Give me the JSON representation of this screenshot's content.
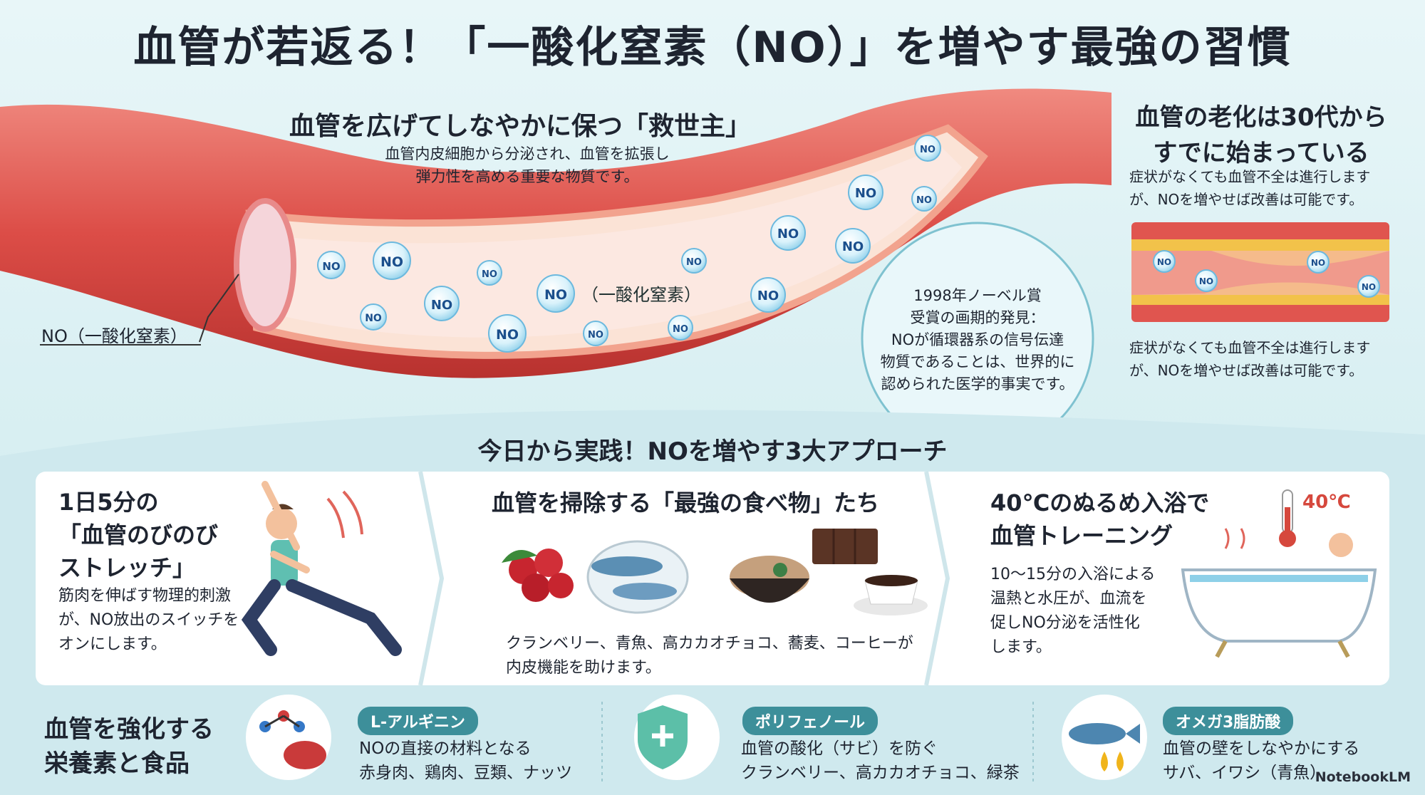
{
  "title": "血管が若返る！「一酸化窒素（NO）」を増やす最強の習慣",
  "vessel": {
    "heading": "血管を広げてしなやかに保つ「救世主」",
    "desc_1": "血管内皮細胞から分泌され、血管を拡張し",
    "desc_2": "弾力性を高める重要な物質です。",
    "no_label": "NO（一酸化窒素）",
    "center_label": "（一酸化窒素）",
    "molecule": "NO"
  },
  "nobel": {
    "line1": "1998年ノーベル賞",
    "line2": "受賞の画期的発見：",
    "line3": "NOが循環器系の信号伝達",
    "line4": "物質であることは、世界的に",
    "line5": "認められた医学的事実です。"
  },
  "aging": {
    "heading_1": "血管の老化は30代から",
    "heading_2": "すでに始まっている",
    "text_1a": "症状がなくても血管不全は進行します",
    "text_1b": "が、NOを増やせば改善は可能です。",
    "text_2a": "症状がなくても血管不全は進行します",
    "text_2b": "が、NOを増やせば改善は可能です。"
  },
  "practice": {
    "heading": "今日から実践！NOを増やす3大アプローチ",
    "card1": {
      "title_1": "1日5分の",
      "title_2": "「血管のびのび",
      "title_3": "ストレッチ」",
      "text_1": "筋肉を伸ばす物理的刺激",
      "text_2": "が、NO放出のスイッチを",
      "text_3": "オンにします。"
    },
    "card2": {
      "title": "血管を掃除する「最強の食べ物」たち",
      "text_1": "クランベリー、青魚、高カカオチョコ、蕎麦、コーヒーが",
      "text_2": "内皮機能を助けます。"
    },
    "card3": {
      "title_1": "40℃のぬるめ入浴で",
      "title_2": "血管トレーニング",
      "temp": "40℃",
      "text_1": "10〜15分の入浴による",
      "text_2": "温熱と水圧が、血流を",
      "text_3": "促しNO分泌を活性化",
      "text_4": "します。"
    }
  },
  "nutrients": {
    "heading_1": "血管を強化する",
    "heading_2": "栄養素と食品",
    "items": [
      {
        "name": "L-アルギニン",
        "text_1": "NOの直接の材料となる",
        "text_2": "赤身肉、鶏肉、豆類、ナッツ"
      },
      {
        "name": "ポリフェノール",
        "text_1": "血管の酸化（サビ）を防ぐ",
        "text_2": "クランベリー、高カカオチョコ、緑茶"
      },
      {
        "name": "オメガ3脂肪酸",
        "text_1": "血管の壁をしなやかにする",
        "text_2": "サバ、イワシ（青魚）"
      }
    ]
  },
  "brand": "NotebookLM",
  "colors": {
    "vessel": "#e0554f",
    "lumen": "#f7c9b8",
    "badge": "#3d8f9a",
    "card": "#ffffff",
    "accent_red": "#d6483d"
  },
  "icons": [
    "molecule-icon",
    "steak-icon",
    "shield-icon",
    "cranberry-icon",
    "fish-icon",
    "oil-drop-icon",
    "thermometer-icon",
    "bathtub-icon",
    "coffee-icon",
    "chocolate-icon",
    "noodle-bowl-icon",
    "stretching-person-icon"
  ]
}
